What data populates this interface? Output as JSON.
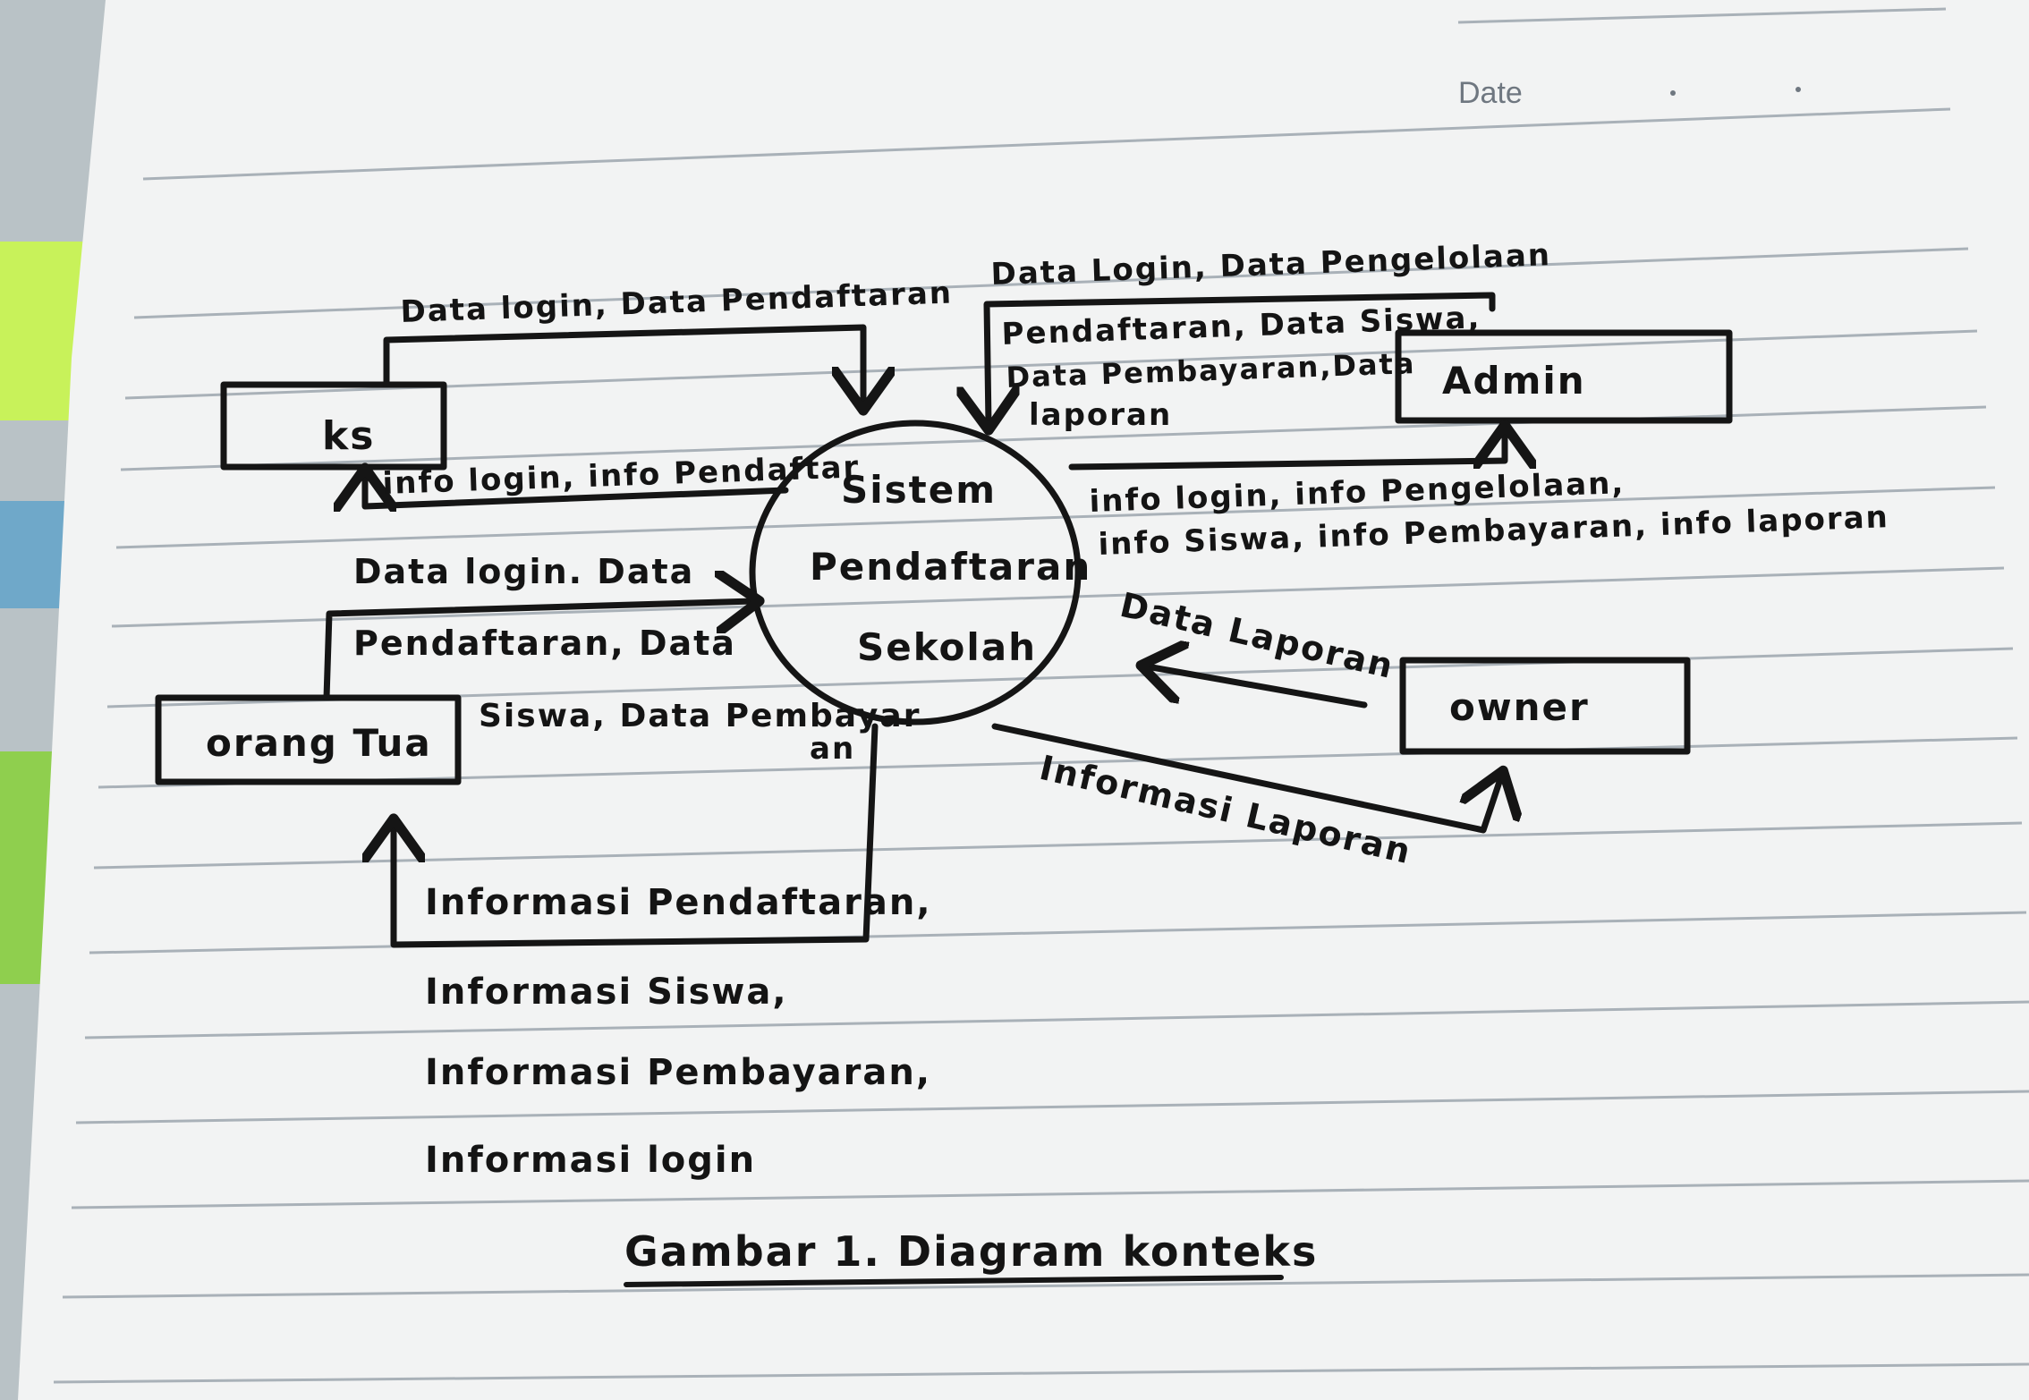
{
  "header": {
    "date_label": "Date"
  },
  "diagram": {
    "process": {
      "line1": "Sistem",
      "line2": "Pendaftaran",
      "line3": "Sekolah"
    },
    "entities": {
      "ks": "ks",
      "admin": "Admin",
      "orang_tua": "orang Tua",
      "owner": "owner"
    },
    "flows": {
      "ks_to_system": "Data login, Data Pendaftaran",
      "system_to_ks": "info login, info Pendaftar",
      "admin_to_system": [
        "Data Login, Data Pengelolaan",
        "Pendaftaran, Data Siswa,",
        "Data Pembayaran,Data",
        "laporan"
      ],
      "system_to_admin": [
        "info login, info Pengelolaan,",
        "info Siswa, info Pembayaran, info laporan"
      ],
      "ortu_to_system": [
        "Data login. Data",
        "Pendaftaran, Data",
        "Siswa, Data Pembayar",
        "an"
      ],
      "system_to_ortu": [
        "Informasi Pendaftaran,",
        "Informasi Siswa,",
        "Informasi Pembayaran,",
        "Informasi login"
      ],
      "owner_to_system": "Data Laporan",
      "system_to_owner": "Informasi Laporan"
    },
    "caption": "Gambar 1. Diagram konteks"
  }
}
